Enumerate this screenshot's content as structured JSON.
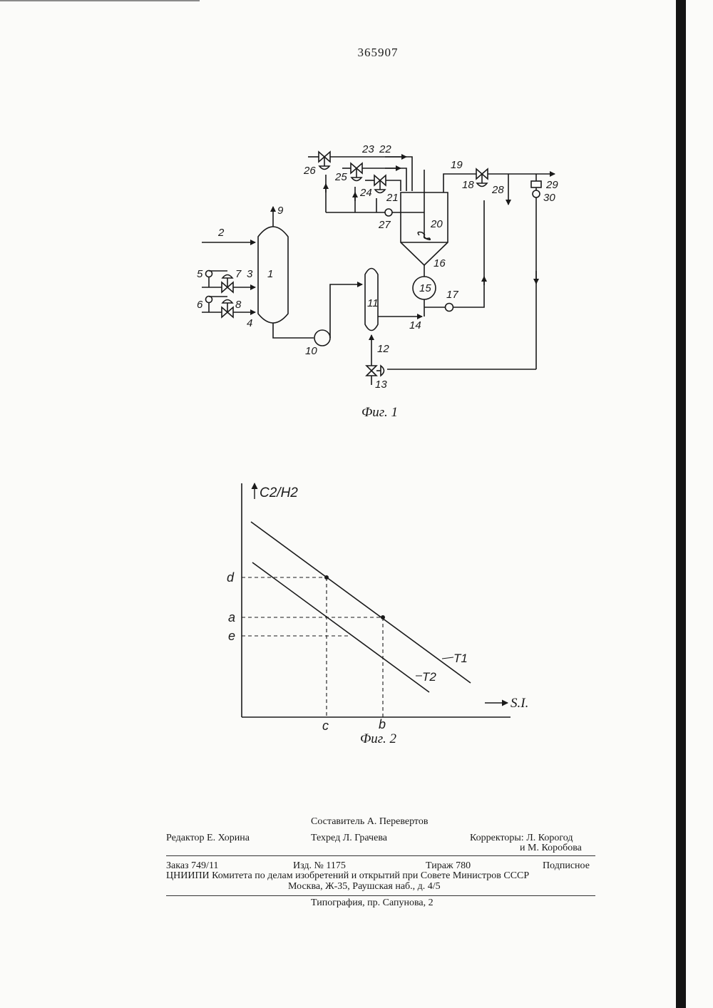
{
  "page": {
    "patent_number": "365907"
  },
  "fig1": {
    "caption": "Фиг. 1",
    "labels": [
      "1",
      "2",
      "3",
      "4",
      "5",
      "6",
      "7",
      "8",
      "9",
      "10",
      "11",
      "12",
      "13",
      "14",
      "15",
      "16",
      "17",
      "18",
      "19",
      "20",
      "21",
      "22",
      "23",
      "24",
      "25",
      "26",
      "27",
      "28",
      "29",
      "30"
    ]
  },
  "fig2": {
    "caption": "Фиг. 2",
    "ylabel": "C2/H2",
    "xlabel": "S.I.",
    "ticks_y": [
      "d",
      "a",
      "e"
    ],
    "ticks_x": [
      "c",
      "b"
    ],
    "line_labels": [
      "T1",
      "T2"
    ]
  },
  "footer": {
    "compiler": "Составитель А. Перевертов",
    "editor": "Редактор Е. Хорина",
    "techred": "Техред Л. Грачева",
    "correctors_1": "Корректоры: Л. Корогод",
    "correctors_2": "и М. Коробова",
    "order": "Заказ 749/11",
    "edition": "Изд. № 1175",
    "print_run": "Тираж 780",
    "subscription": "Подписное",
    "institute": "ЦНИИПИ Комитета по делам изобретений и открытий при Совете Министров СССР",
    "address": "Москва, Ж-35, Раушская наб., д. 4/5",
    "printing": "Типография, пр. Сапунова, 2"
  }
}
